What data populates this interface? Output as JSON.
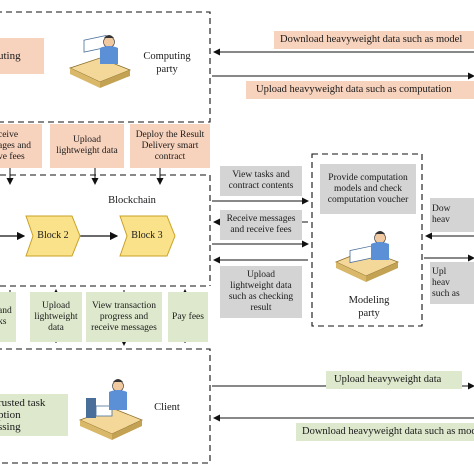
{
  "parties": {
    "computing": {
      "label_line1": "Computing",
      "label_line2": "party",
      "side_box": "uting"
    },
    "blockchain": {
      "label": "Blockchain"
    },
    "modeling": {
      "label_line1": "Modeling",
      "label_line2": "party"
    },
    "client": {
      "label": "Client",
      "side_box_line1": "rusted task",
      "side_box_line2": "ption",
      "side_box_line3": "ssing"
    }
  },
  "computing_actions": {
    "receive": [
      "ceive",
      "ages and",
      "ve fees"
    ],
    "upload": [
      "Upload",
      "lightweight data"
    ],
    "deploy": [
      "Deploy the Result",
      "Delivery smart",
      "contract"
    ]
  },
  "blocks": {
    "block2": "Block 2",
    "block3": "Block 3"
  },
  "modeling_actions": {
    "view_tasks": [
      "View tasks and",
      "contract contents"
    ],
    "receive_messages": [
      "Receive messages",
      "and receive fees"
    ],
    "upload_checking": [
      "Upload",
      "lightweight data",
      "such as checking",
      "result"
    ],
    "provide_models": [
      "Provide computation",
      "models and check",
      "computation voucher"
    ],
    "right_download": [
      "Dow",
      "heav"
    ],
    "right_upload": [
      "Upl",
      "heav",
      "such as"
    ]
  },
  "client_actions": {
    "left_partial": [
      "and",
      "ks"
    ],
    "upload": [
      "Upload",
      "lightweight",
      "data"
    ],
    "view_progress": [
      "View transaction",
      "progress and",
      "receive messages"
    ],
    "pay_fees": "Pay fees"
  },
  "banners": {
    "top_download": "Download heavyweight data such as model",
    "top_upload": "Upload heavyweight data such as computation",
    "bottom_upload": "Upload heavyweight data",
    "bottom_download": "Download heavyweight data such as mod"
  },
  "colors": {
    "orange": "#f7d2bd",
    "gray": "#d4d4d4",
    "green": "#dde8cc",
    "block": "#f9e28a",
    "block_border": "#c9a227"
  },
  "icons": [
    "computing-person-icon",
    "modeling-person-icon",
    "client-person-icon"
  ]
}
